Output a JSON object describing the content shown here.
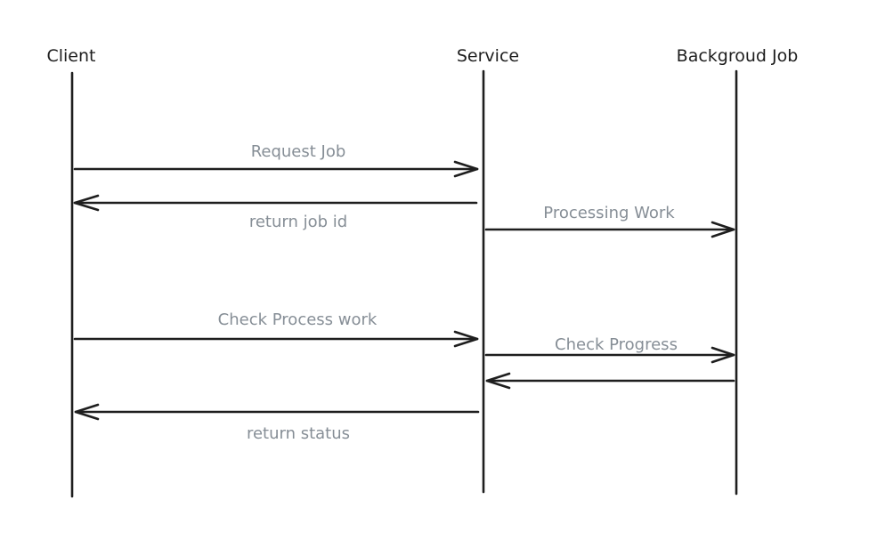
{
  "actors": [
    {
      "id": "client",
      "label": "Client"
    },
    {
      "id": "service",
      "label": "Service"
    },
    {
      "id": "job",
      "label": "Backgroud Job"
    }
  ],
  "messages": [
    {
      "from": "client",
      "to": "service",
      "label": "Request Job"
    },
    {
      "from": "service",
      "to": "client",
      "label": "return job id"
    },
    {
      "from": "service",
      "to": "job",
      "label": "Processing Work"
    },
    {
      "from": "client",
      "to": "service",
      "label": "Check Process work"
    },
    {
      "from": "service",
      "to": "job",
      "label": "Check Progress"
    },
    {
      "from": "job",
      "to": "service",
      "label": ""
    },
    {
      "from": "service",
      "to": "client",
      "label": "return status"
    }
  ],
  "colors": {
    "stroke": "#1e1e1e",
    "label": "#868e96",
    "background": "#ffffff"
  }
}
